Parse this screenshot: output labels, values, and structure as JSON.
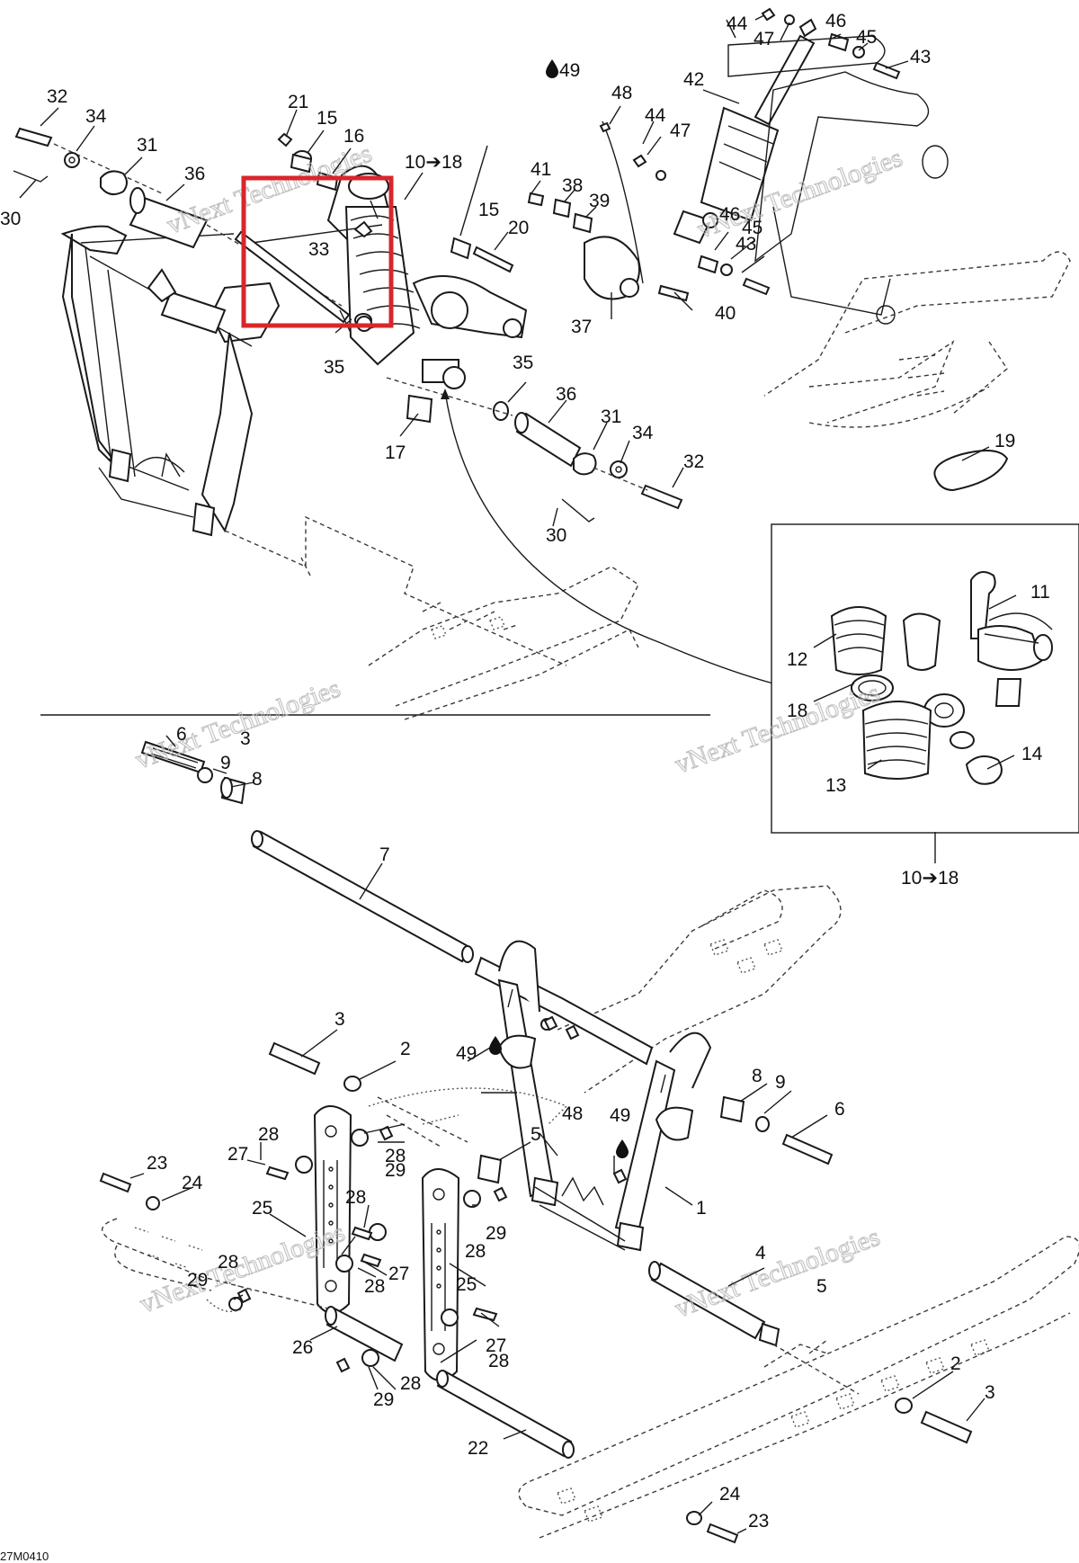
{
  "diagram": {
    "drawing_code": "27M0410",
    "watermark": {
      "line1": "vNext Technologies",
      "line2": "Technologies"
    },
    "inset_callout": "10➔18",
    "range_callout": "10➔18",
    "labels": {
      "c1": "1",
      "c2a": "2",
      "c2b": "2",
      "c3a": "3",
      "c3b": "3",
      "c3c": "3",
      "c4": "4",
      "c5a": "5",
      "c5b": "5",
      "c6a": "6",
      "c6b": "6",
      "c7": "7",
      "c8a": "8",
      "c8b": "8",
      "c9a": "9",
      "c9b": "9",
      "c11": "11",
      "c12": "12",
      "c13": "13",
      "c14": "14",
      "c15a": "15",
      "c15b": "15",
      "c16": "16",
      "c17": "17",
      "c18": "18",
      "c19": "19",
      "c20": "20",
      "c21": "21",
      "c22": "22",
      "c23a": "23",
      "c23b": "23",
      "c24a": "24",
      "c24b": "24",
      "c25a": "25",
      "c25b": "25",
      "c26": "26",
      "c27a": "27",
      "c27b": "27",
      "c27c": "27",
      "c28a": "28",
      "c28b": "28",
      "c28c": "28",
      "c28d": "28",
      "c28e": "28",
      "c28f": "28",
      "c28g": "28",
      "c29a": "29",
      "c29b": "29",
      "c29c": "29",
      "c29d": "29",
      "c30a": "30",
      "c30b": "30",
      "c31a": "31",
      "c31b": "31",
      "c32a": "32",
      "c32b": "32",
      "c33": "33",
      "c34a": "34",
      "c34b": "34",
      "c35a": "35",
      "c35b": "35",
      "c36a": "36",
      "c36b": "36",
      "c37": "37",
      "c38": "38",
      "c39": "39",
      "c40": "40",
      "c41": "41",
      "c42": "42",
      "c43a": "43",
      "c43b": "43",
      "c44a": "44",
      "c44b": "44",
      "c45a": "45",
      "c45b": "45",
      "c46a": "46",
      "c46b": "46",
      "c47a": "47",
      "c47b": "47",
      "c48a": "48",
      "c48b": "48",
      "c49a": "49",
      "c49b": "49",
      "c49c": "49"
    },
    "colors": {
      "line": "#1a1a1a",
      "highlight": "#d9262b",
      "watermark": "#b8b8b8",
      "background": "#ffffff"
    }
  }
}
